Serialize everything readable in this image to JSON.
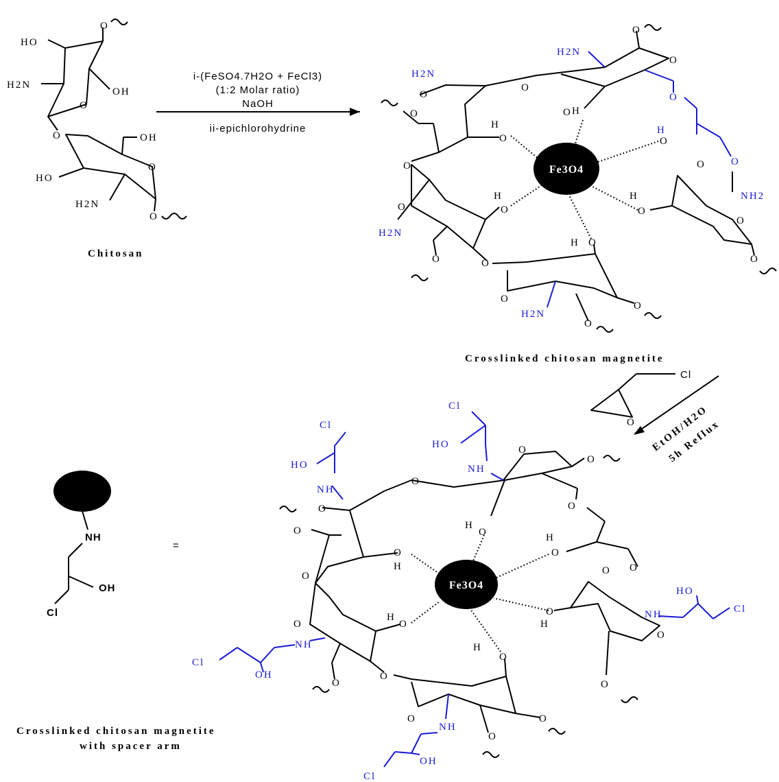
{
  "reagents_step1": {
    "line1": "i-(FeSO4.7H2O + FeCl3)",
    "line2": "(1:2 Molar ratio)",
    "line3": "NaOH",
    "line4": "ii-epichlorohydrine"
  },
  "reagents_step2": {
    "line1": "EtOH/H2O",
    "line2": "5h Reflux"
  },
  "captions": {
    "chitosan": "Chitosan",
    "crosslinked": "Crosslinked chitosan magnetite",
    "spacer_line1": "Crosslinked chitosan magnetite",
    "spacer_line2": "with spacer arm"
  },
  "core_label": "Fe3O4",
  "equals_sign": "=",
  "atom_labels": {
    "ho": "HO",
    "oh": "OH",
    "h2n": "H2N",
    "nh2": "NH2",
    "nh": "NH",
    "o": "O",
    "h": "H",
    "cl": "Cl"
  },
  "colors": {
    "spacer_blue": "#1a1ad6",
    "core_black": "#000000"
  }
}
